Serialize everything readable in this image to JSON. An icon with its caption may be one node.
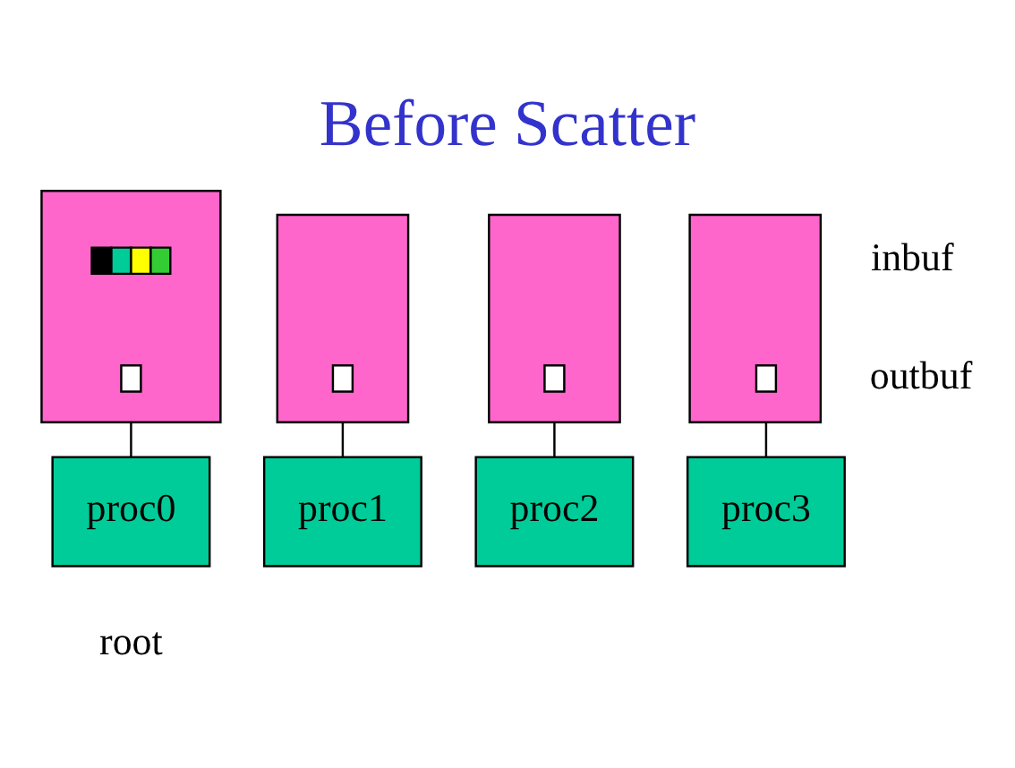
{
  "diagram": {
    "title": "Before Scatter",
    "nodes": [
      {
        "text": [],
        "shape": "box"
      },
      {
        "text": [],
        "shape": "bar",
        "in": 0
      },
      {
        "text": [],
        "shape": "box",
        "in": 0
      },
      {
        "text": [],
        "shape": "box"
      },
      {
        "text": [],
        "shape": "box",
        "in": 3
      },
      {
        "text": [],
        "shape": "box"
      },
      {
        "text": [],
        "shape": "box",
        "in": 5
      },
      {
        "text": [],
        "shape": "box"
      },
      {
        "text": [],
        "shape": "box",
        "in": 7
      },
      {
        "text": [
          "proc0"
        ],
        "beside": [
          "root"
        ]
      },
      {
        "text": [
          "proc1"
        ]
      },
      {
        "text": [
          "proc2"
        ]
      },
      {
        "text": [
          "proc3"
        ]
      }
    ],
    "edges": [
      {
        "from": 0,
        "to": 9,
        "arrow": "none"
      },
      {
        "from": 3,
        "to": 10,
        "arrow": "none"
      },
      {
        "from": 5,
        "to": 11,
        "arrow": "none"
      },
      {
        "from": 7,
        "to": 12,
        "arrow": "none"
      }
    ],
    "labels": [
      "inbuf",
      "outbuf"
    ]
  }
}
